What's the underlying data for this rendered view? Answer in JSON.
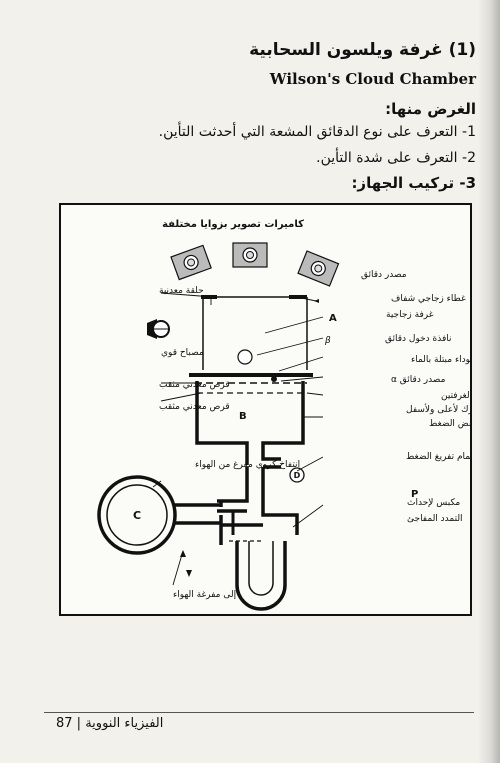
{
  "header": {
    "title_ar": "(1) غرفة ويلسون السحابية",
    "title_en": "Wilson's Cloud Chamber"
  },
  "sections": {
    "purpose_heading": "الغرض منها:",
    "item1": "1- التعرف على نوع الدقائق المشعة التي أحدثت التأين.",
    "item2": "2- التعرف على شدة التأين.",
    "setup_heading": "3- تركيب الجهاز:"
  },
  "figure": {
    "cameras": "كاميرات تصوير بزوايا مختلفة",
    "source_particles": "مصدر دقائق",
    "metal_ring": "حلقة معدنية",
    "glass_cover": "غطاء زجاجي شفاف",
    "glass_room": "غرفة زجاجية",
    "label_A": "A",
    "beta": "β",
    "beta_window": "نافذة دخول دقائق",
    "lamp": "مصباح قوي",
    "black_layer": "طبقة سوداء مبتلة بالماء",
    "alpha_source": "مصدر دقائق α",
    "perforated_disk_1": "قرص معدني مثقب",
    "perforated_disk_2": "قرص معدني مثقب",
    "rubber_membrane": "غشاء مطاط فاصل بين الغرفتين",
    "moves_up_down": "متحرك لأعلى ولأسفل",
    "label_B": "B",
    "lower_chamber": "الحيز السفلي المنخفض الضغط",
    "bulb": "انتفاخ كروي مفرغ من الهواء",
    "valve": "صمام تفريغ الضغط",
    "label_D": "D",
    "label_C": "C",
    "label_P": "P",
    "piston_1": "مكبس لإحداث",
    "piston_2": "التمدد المفاجئ",
    "to_vacuum": "إلى مفرغة الهواء"
  },
  "footer": {
    "page_number": "87",
    "book_title": "الفيزياء النووية"
  }
}
